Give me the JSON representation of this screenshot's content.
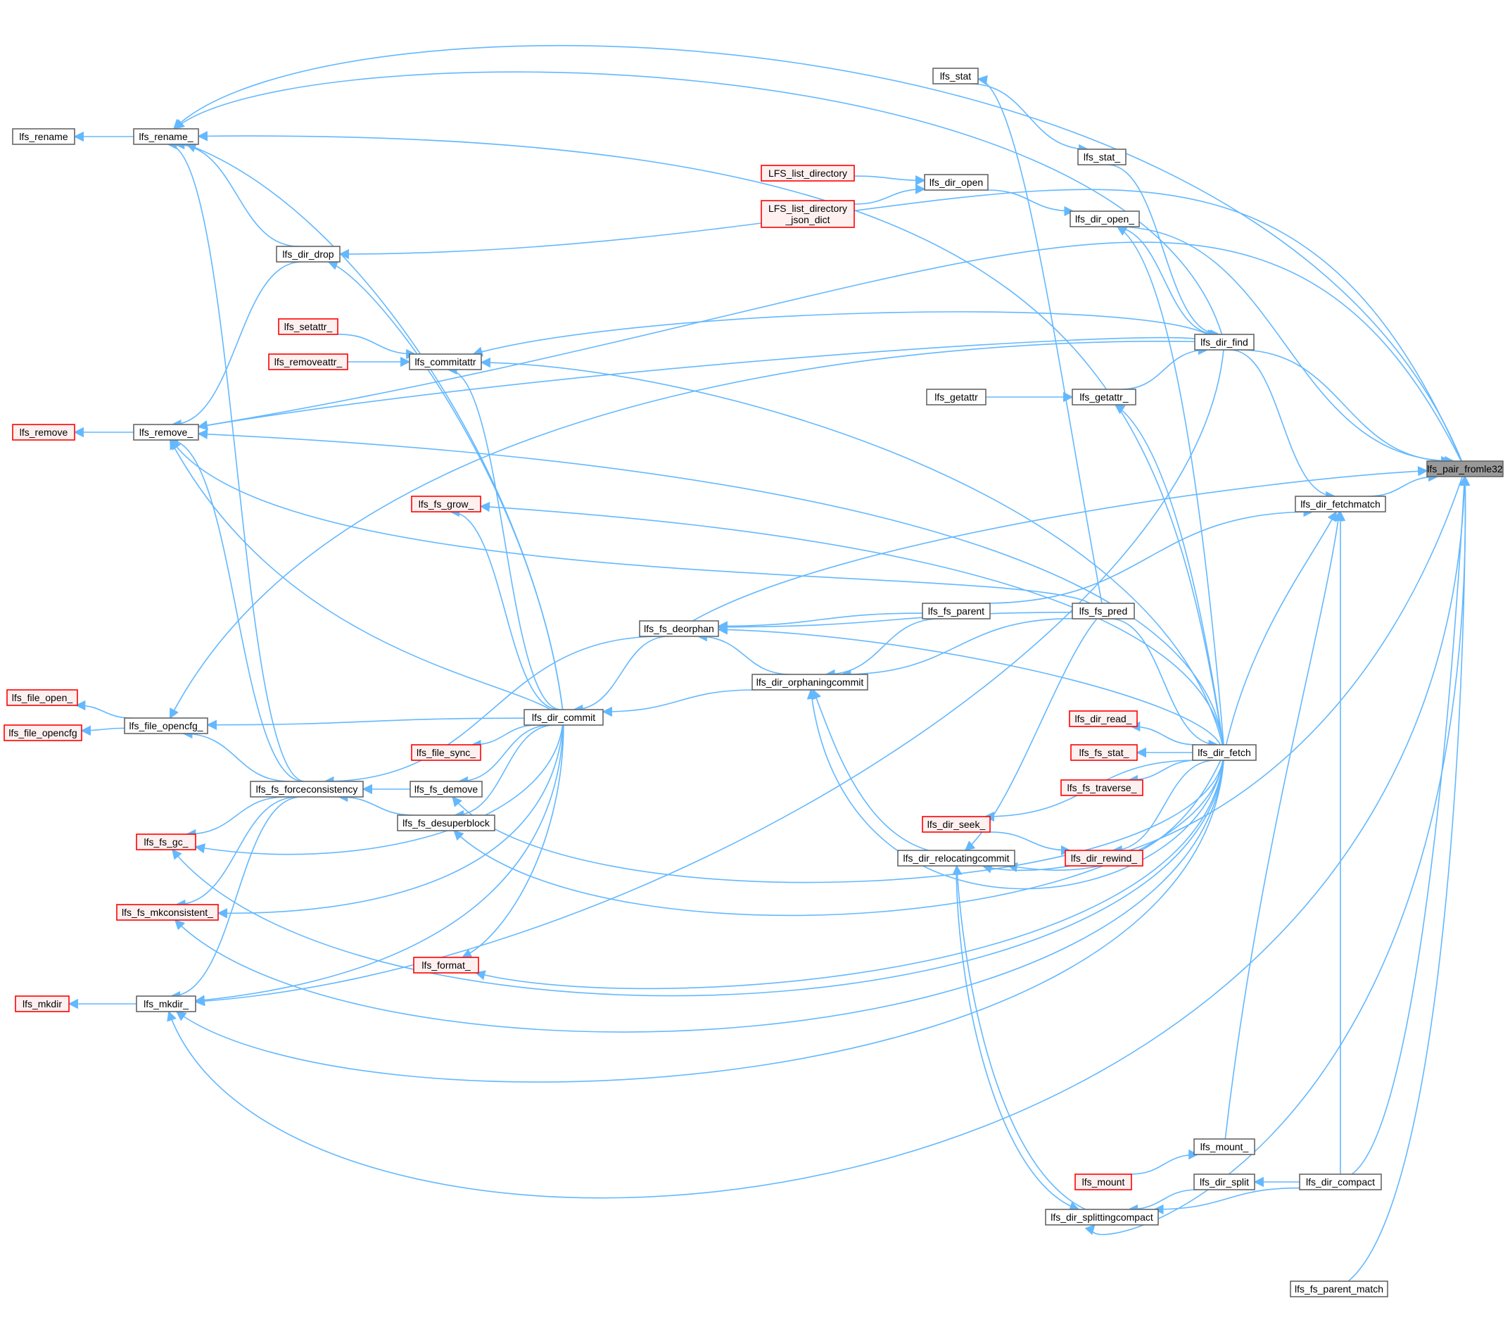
{
  "colors": {
    "edge": "#63b8ff",
    "node_fill": "#ffffff",
    "node_stroke": "#666666",
    "root_fill": "#999999",
    "root_stroke": "#666666",
    "warn_fill": "#fff0f0",
    "warn_stroke": "#ff0000"
  },
  "nodes": [
    {
      "id": "lfs_pair_fromle32",
      "lines": [
        "lfs_pair_fromle32"
      ],
      "style": "root"
    },
    {
      "id": "lfs_dir_fetchmatch",
      "lines": [
        "lfs_dir_fetchmatch"
      ],
      "style": "normal"
    },
    {
      "id": "lfs_dir_find",
      "lines": [
        "lfs_dir_find"
      ],
      "style": "normal"
    },
    {
      "id": "lfs_dir_fetch",
      "lines": [
        "lfs_dir_fetch"
      ],
      "style": "normal"
    },
    {
      "id": "lfs_stat",
      "lines": [
        "lfs_stat"
      ],
      "style": "normal"
    },
    {
      "id": "lfs_stat_",
      "lines": [
        "lfs_stat_"
      ],
      "style": "normal"
    },
    {
      "id": "lfs_dir_open",
      "lines": [
        "lfs_dir_open"
      ],
      "style": "normal"
    },
    {
      "id": "lfs_dir_open_",
      "lines": [
        "lfs_dir_open_"
      ],
      "style": "normal"
    },
    {
      "id": "lfs_getattr",
      "lines": [
        "lfs_getattr"
      ],
      "style": "normal"
    },
    {
      "id": "lfs_getattr_",
      "lines": [
        "lfs_getattr_"
      ],
      "style": "normal"
    },
    {
      "id": "lfs_fs_parent",
      "lines": [
        "lfs_fs_parent"
      ],
      "style": "normal"
    },
    {
      "id": "lfs_fs_pred",
      "lines": [
        "lfs_fs_pred"
      ],
      "style": "normal"
    },
    {
      "id": "lfs_fs_deorphan",
      "lines": [
        "lfs_fs_deorphan"
      ],
      "style": "normal"
    },
    {
      "id": "lfs_dir_orphaningcommit",
      "lines": [
        "lfs_dir_orphaningcommit"
      ],
      "style": "normal"
    },
    {
      "id": "lfs_dir_commit",
      "lines": [
        "lfs_dir_commit"
      ],
      "style": "normal"
    },
    {
      "id": "lfs_rename",
      "lines": [
        "lfs_rename"
      ],
      "style": "normal"
    },
    {
      "id": "lfs_rename_",
      "lines": [
        "lfs_rename_"
      ],
      "style": "normal"
    },
    {
      "id": "lfs_dir_drop",
      "lines": [
        "lfs_dir_drop"
      ],
      "style": "normal"
    },
    {
      "id": "lfs_remove",
      "lines": [
        "lfs_remove"
      ],
      "style": "warn"
    },
    {
      "id": "lfs_remove_",
      "lines": [
        "lfs_remove_"
      ],
      "style": "normal"
    },
    {
      "id": "lfs_setattr_",
      "lines": [
        "lfs_setattr_"
      ],
      "style": "warn"
    },
    {
      "id": "lfs_removeattr_",
      "lines": [
        "lfs_removeattr_"
      ],
      "style": "warn"
    },
    {
      "id": "lfs_commitattr",
      "lines": [
        "lfs_commitattr"
      ],
      "style": "normal"
    },
    {
      "id": "LFS_list_directory",
      "lines": [
        "LFS_list_directory"
      ],
      "style": "warn"
    },
    {
      "id": "LFS_list_directory_json_dict",
      "lines": [
        "LFS_list_directory",
        "_json_dict"
      ],
      "style": "warn"
    },
    {
      "id": "lfs_fs_grow_",
      "lines": [
        "lfs_fs_grow_"
      ],
      "style": "warn"
    },
    {
      "id": "lfs_file_open_",
      "lines": [
        "lfs_file_open_"
      ],
      "style": "warn"
    },
    {
      "id": "lfs_file_opencfg",
      "lines": [
        "lfs_file_opencfg"
      ],
      "style": "warn"
    },
    {
      "id": "lfs_file_opencfg_",
      "lines": [
        "lfs_file_opencfg_"
      ],
      "style": "normal"
    },
    {
      "id": "lfs_fs_forceconsistency",
      "lines": [
        "lfs_fs_forceconsistency"
      ],
      "style": "normal"
    },
    {
      "id": "lfs_file_sync_",
      "lines": [
        "lfs_file_sync_"
      ],
      "style": "warn"
    },
    {
      "id": "lfs_fs_demove",
      "lines": [
        "lfs_fs_demove"
      ],
      "style": "normal"
    },
    {
      "id": "lfs_fs_desuperblock",
      "lines": [
        "lfs_fs_desuperblock"
      ],
      "style": "normal"
    },
    {
      "id": "lfs_fs_gc_",
      "lines": [
        "lfs_fs_gc_"
      ],
      "style": "warn"
    },
    {
      "id": "lfs_fs_mkconsistent_",
      "lines": [
        "lfs_fs_mkconsistent_"
      ],
      "style": "warn"
    },
    {
      "id": "lfs_mkdir",
      "lines": [
        "lfs_mkdir"
      ],
      "style": "warn"
    },
    {
      "id": "lfs_mkdir_",
      "lines": [
        "lfs_mkdir_"
      ],
      "style": "normal"
    },
    {
      "id": "lfs_format_",
      "lines": [
        "lfs_format_"
      ],
      "style": "warn"
    },
    {
      "id": "lfs_dir_read_",
      "lines": [
        "lfs_dir_read_"
      ],
      "style": "warn"
    },
    {
      "id": "lfs_fs_stat_",
      "lines": [
        "lfs_fs_stat_"
      ],
      "style": "warn"
    },
    {
      "id": "lfs_fs_traverse_",
      "lines": [
        "lfs_fs_traverse_"
      ],
      "style": "warn"
    },
    {
      "id": "lfs_dir_seek_",
      "lines": [
        "lfs_dir_seek_"
      ],
      "style": "warn"
    },
    {
      "id": "lfs_dir_rewind_",
      "lines": [
        "lfs_dir_rewind_"
      ],
      "style": "warn"
    },
    {
      "id": "lfs_dir_relocatingcommit",
      "lines": [
        "lfs_dir_relocatingcommit"
      ],
      "style": "normal"
    },
    {
      "id": "lfs_mount_",
      "lines": [
        "lfs_mount_"
      ],
      "style": "normal"
    },
    {
      "id": "lfs_mount",
      "lines": [
        "lfs_mount"
      ],
      "style": "warn"
    },
    {
      "id": "lfs_dir_split",
      "lines": [
        "lfs_dir_split"
      ],
      "style": "normal"
    },
    {
      "id": "lfs_dir_compact",
      "lines": [
        "lfs_dir_compact"
      ],
      "style": "normal"
    },
    {
      "id": "lfs_dir_splittingcompact",
      "lines": [
        "lfs_dir_splittingcompact"
      ],
      "style": "normal"
    },
    {
      "id": "lfs_fs_parent_match",
      "lines": [
        "lfs_fs_parent_match"
      ],
      "style": "normal"
    }
  ],
  "edges": [
    {
      "from": "lfs_dir_fetchmatch",
      "to": "lfs_pair_fromle32"
    },
    {
      "from": "lfs_dir_find",
      "to": "lfs_pair_fromle32"
    },
    {
      "from": "lfs_dir_find",
      "to": "lfs_dir_fetchmatch"
    },
    {
      "from": "lfs_dir_fetch",
      "to": "lfs_dir_fetchmatch"
    },
    {
      "from": "lfs_stat",
      "to": "lfs_stat_"
    },
    {
      "from": "lfs_stat_",
      "to": "lfs_dir_find"
    },
    {
      "from": "lfs_dir_open",
      "to": "lfs_dir_open_"
    },
    {
      "from": "lfs_dir_open_",
      "to": "lfs_dir_find"
    },
    {
      "from": "lfs_dir_open_",
      "to": "lfs_pair_fromle32"
    },
    {
      "from": "LFS_list_directory",
      "to": "lfs_dir_open"
    },
    {
      "from": "LFS_list_directory_json_dict",
      "to": "lfs_dir_open"
    },
    {
      "from": "lfs_getattr",
      "to": "lfs_getattr_"
    },
    {
      "from": "lfs_getattr_",
      "to": "lfs_dir_find"
    },
    {
      "from": "lfs_fs_parent",
      "to": "lfs_dir_fetchmatch"
    },
    {
      "from": "lfs_fs_parent",
      "to": "lfs_fs_deorphan"
    },
    {
      "from": "lfs_fs_parent",
      "to": "lfs_dir_orphaningcommit"
    },
    {
      "from": "lfs_fs_pred",
      "to": "lfs_fs_deorphan"
    },
    {
      "from": "lfs_fs_pred",
      "to": "lfs_dir_orphaningcommit"
    },
    {
      "from": "lfs_fs_pred",
      "to": "lfs_dir_fetch"
    },
    {
      "from": "lfs_fs_pred",
      "to": "lfs_dir_relocatingcommit"
    },
    {
      "from": "lfs_fs_pred",
      "to": "lfs_stat"
    },
    {
      "from": "lfs_fs_pred",
      "to": "lfs_remove_"
    },
    {
      "from": "lfs_fs_deorphan",
      "to": "lfs_pair_fromle32"
    },
    {
      "from": "lfs_fs_deorphan",
      "to": "lfs_dir_commit"
    },
    {
      "from": "lfs_fs_deorphan",
      "to": "lfs_fs_forceconsistency"
    },
    {
      "from": "lfs_dir_orphaningcommit",
      "to": "lfs_fs_deorphan"
    },
    {
      "from": "lfs_dir_orphaningcommit",
      "to": "lfs_dir_commit"
    },
    {
      "from": "lfs_dir_relocatingcommit",
      "to": "lfs_dir_orphaningcommit"
    },
    {
      "from": "lfs_dir_commit",
      "to": "lfs_rename_"
    },
    {
      "from": "lfs_dir_commit",
      "to": "lfs_dir_drop"
    },
    {
      "from": "lfs_dir_commit",
      "to": "lfs_commitattr"
    },
    {
      "from": "lfs_dir_commit",
      "to": "lfs_fs_grow_"
    },
    {
      "from": "lfs_dir_commit",
      "to": "lfs_remove_"
    },
    {
      "from": "lfs_dir_commit",
      "to": "lfs_file_opencfg_"
    },
    {
      "from": "lfs_dir_commit",
      "to": "lfs_file_sync_"
    },
    {
      "from": "lfs_dir_commit",
      "to": "lfs_fs_demove"
    },
    {
      "from": "lfs_dir_commit",
      "to": "lfs_fs_desuperblock"
    },
    {
      "from": "lfs_dir_commit",
      "to": "lfs_fs_gc_"
    },
    {
      "from": "lfs_dir_commit",
      "to": "lfs_fs_mkconsistent_"
    },
    {
      "from": "lfs_dir_commit",
      "to": "lfs_mkdir_"
    },
    {
      "from": "lfs_dir_commit",
      "to": "lfs_format_"
    },
    {
      "from": "lfs_rename_",
      "to": "lfs_rename"
    },
    {
      "from": "lfs_dir_drop",
      "to": "lfs_rename_"
    },
    {
      "from": "lfs_dir_drop",
      "to": "lfs_remove_"
    },
    {
      "from": "lfs_remove_",
      "to": "lfs_remove"
    },
    {
      "from": "lfs_setattr_",
      "to": "lfs_commitattr"
    },
    {
      "from": "lfs_removeattr_",
      "to": "lfs_commitattr"
    },
    {
      "from": "lfs_file_opencfg_",
      "to": "lfs_file_open_"
    },
    {
      "from": "lfs_file_opencfg_",
      "to": "lfs_file_opencfg"
    },
    {
      "from": "lfs_fs_forceconsistency",
      "to": "lfs_rename_"
    },
    {
      "from": "lfs_fs_forceconsistency",
      "to": "lfs_remove_"
    },
    {
      "from": "lfs_fs_forceconsistency",
      "to": "lfs_file_opencfg_"
    },
    {
      "from": "lfs_fs_forceconsistency",
      "to": "lfs_fs_gc_"
    },
    {
      "from": "lfs_fs_forceconsistency",
      "to": "lfs_fs_mkconsistent_"
    },
    {
      "from": "lfs_fs_forceconsistency",
      "to": "lfs_mkdir_"
    },
    {
      "from": "lfs_fs_demove",
      "to": "lfs_fs_forceconsistency"
    },
    {
      "from": "lfs_fs_desuperblock",
      "to": "lfs_fs_forceconsistency"
    },
    {
      "from": "lfs_mkdir_",
      "to": "lfs_mkdir"
    },
    {
      "from": "lfs_dir_find",
      "to": "lfs_rename_"
    },
    {
      "from": "lfs_dir_find",
      "to": "lfs_commitattr"
    },
    {
      "from": "lfs_dir_find",
      "to": "lfs_remove_"
    },
    {
      "from": "lfs_dir_find",
      "to": "lfs_file_opencfg_"
    },
    {
      "from": "lfs_dir_find",
      "to": "lfs_mkdir_"
    },
    {
      "from": "lfs_pair_fromle32",
      "to": "lfs_rename_"
    },
    {
      "from": "lfs_pair_fromle32",
      "to": "lfs_dir_drop"
    },
    {
      "from": "lfs_pair_fromle32",
      "to": "lfs_remove_"
    },
    {
      "from": "lfs_pair_fromle32",
      "to": "lfs_dir_relocatingcommit"
    },
    {
      "from": "lfs_pair_fromle32",
      "to": "lfs_dir_splittingcompact"
    },
    {
      "from": "lfs_pair_fromle32",
      "to": "lfs_mkdir_"
    },
    {
      "from": "lfs_dir_fetch",
      "to": "lfs_rename_"
    },
    {
      "from": "lfs_dir_fetch",
      "to": "lfs_dir_open_"
    },
    {
      "from": "lfs_dir_fetch",
      "to": "lfs_commitattr"
    },
    {
      "from": "lfs_dir_fetch",
      "to": "lfs_getattr_"
    },
    {
      "from": "lfs_dir_fetch",
      "to": "lfs_remove_"
    },
    {
      "from": "lfs_dir_fetch",
      "to": "lfs_fs_grow_"
    },
    {
      "from": "lfs_dir_fetch",
      "to": "lfs_fs_deorphan"
    },
    {
      "from": "lfs_dir_fetch",
      "to": "lfs_dir_read_"
    },
    {
      "from": "lfs_dir_fetch",
      "to": "lfs_fs_stat_"
    },
    {
      "from": "lfs_dir_fetch",
      "to": "lfs_fs_traverse_"
    },
    {
      "from": "lfs_dir_fetch",
      "to": "lfs_dir_seek_"
    },
    {
      "from": "lfs_dir_fetch",
      "to": "lfs_dir_rewind_"
    },
    {
      "from": "lfs_dir_fetch",
      "to": "lfs_dir_relocatingcommit"
    },
    {
      "from": "lfs_dir_fetch",
      "to": "lfs_dir_orphaningcommit"
    },
    {
      "from": "lfs_dir_fetch",
      "to": "lfs_fs_demove"
    },
    {
      "from": "lfs_dir_fetch",
      "to": "lfs_fs_desuperblock"
    },
    {
      "from": "lfs_dir_fetch",
      "to": "lfs_format_"
    },
    {
      "from": "lfs_dir_fetch",
      "to": "lfs_fs_gc_"
    },
    {
      "from": "lfs_dir_fetch",
      "to": "lfs_fs_mkconsistent_"
    },
    {
      "from": "lfs_dir_fetch",
      "to": "lfs_mkdir_"
    },
    {
      "from": "lfs_dir_seek_",
      "to": "lfs_dir_rewind_"
    },
    {
      "from": "lfs_dir_compact",
      "to": "lfs_dir_fetchmatch"
    },
    {
      "from": "lfs_mount_",
      "to": "lfs_dir_fetchmatch"
    },
    {
      "from": "lfs_mount",
      "to": "lfs_mount_"
    },
    {
      "from": "lfs_dir_compact",
      "to": "lfs_dir_split"
    },
    {
      "from": "lfs_dir_compact",
      "to": "lfs_dir_splittingcompact"
    },
    {
      "from": "lfs_dir_split",
      "to": "lfs_dir_splittingcompact"
    },
    {
      "from": "lfs_dir_splittingcompact",
      "to": "lfs_dir_relocatingcommit"
    },
    {
      "from": "lfs_dir_relocatingcommit",
      "to": "lfs_dir_splittingcompact"
    },
    {
      "from": "lfs_fs_parent_match",
      "to": "lfs_pair_fromle32"
    },
    {
      "from": "lfs_dir_compact",
      "to": "lfs_pair_fromle32"
    }
  ]
}
